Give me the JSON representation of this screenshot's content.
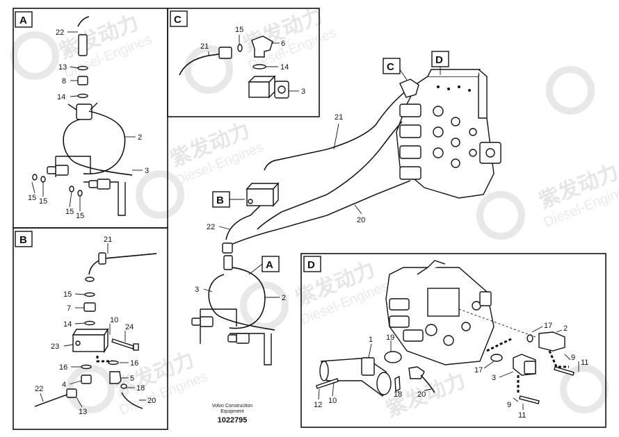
{
  "watermark": {
    "brand_cn": "紫发动力",
    "brand_en": "Diesel-Engines"
  },
  "footer": {
    "publisher_line1": "Volvo Construction",
    "publisher_line2": "Equipment",
    "drawing_number": "1022795"
  },
  "detail_labels": {
    "A": "A",
    "B": "B",
    "C": "C",
    "D": "D"
  },
  "callouts": {
    "A": [
      "22",
      "13",
      "8",
      "14",
      "2",
      "3",
      "15",
      "15",
      "15",
      "15"
    ],
    "B": [
      "21",
      "15",
      "7",
      "14",
      "10",
      "24",
      "23",
      "16",
      "16",
      "5",
      "4",
      "18",
      "22",
      "13",
      "20"
    ],
    "C": [
      "15",
      "21",
      "6",
      "14",
      "3"
    ],
    "main": [
      "21",
      "22",
      "20",
      "3",
      "2"
    ],
    "D": [
      "19",
      "1",
      "17",
      "2",
      "17",
      "3",
      "9",
      "11",
      "12",
      "10",
      "18",
      "20",
      "9",
      "11"
    ]
  }
}
